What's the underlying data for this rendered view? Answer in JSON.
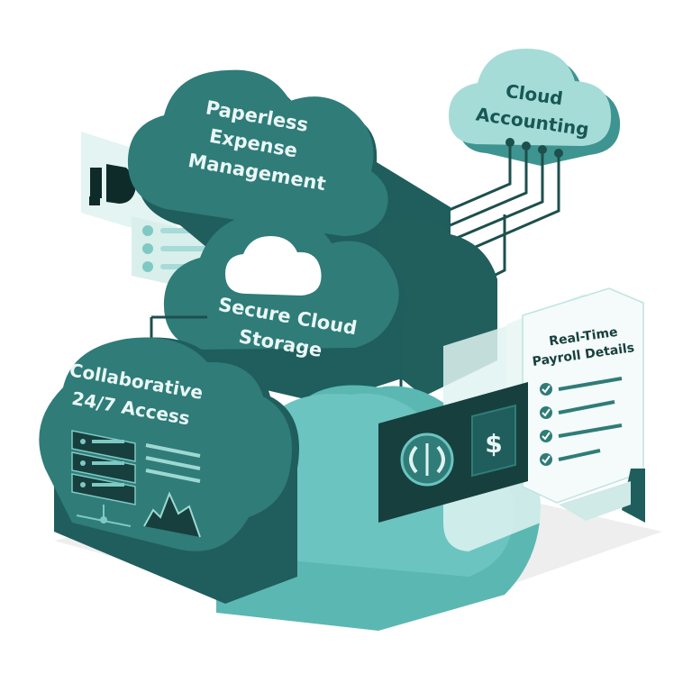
{
  "labels": {
    "paperless_line1": "Paperless",
    "paperless_line2": "Expense",
    "paperless_line3": "Management",
    "cloud_acc_line1": "Cloud",
    "cloud_acc_line2": "Accounting",
    "secure_line1": "Secure Cloud",
    "secure_line2": "Storage",
    "collab_line1": "Collaborative",
    "collab_line2": "24/7 Access",
    "payroll_line1": "Real-Time",
    "payroll_line2": "Payroll Details",
    "dollar": "$"
  },
  "colors": {
    "dark_teal": "#2b6f6c",
    "mid_teal": "#2f7c78",
    "deep_teal": "#1f5e5c",
    "light_teal": "#6cc4c0",
    "pale_teal": "#dff3f1",
    "navy": "#163f3d",
    "text_light": "#eaf7f6",
    "text_dark": "#17403e"
  },
  "icons": [
    "logo-d-icon",
    "cloud-icon",
    "server-rack-icon",
    "chart-icon",
    "checklist-icon",
    "finance-symbol-icon",
    "dollar-icon"
  ]
}
